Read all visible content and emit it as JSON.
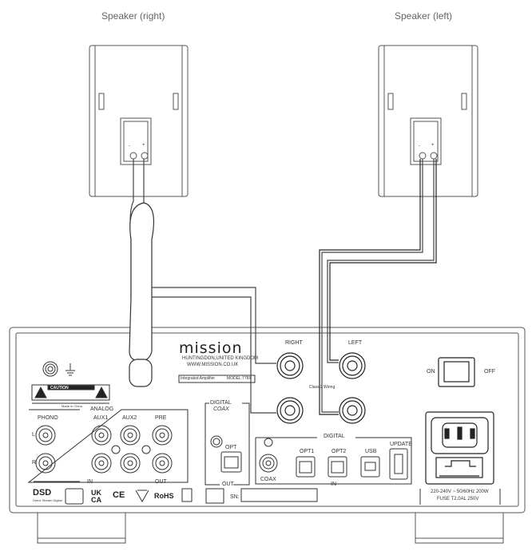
{
  "speakers": {
    "right": {
      "label": "Speaker (right)",
      "minus": "-",
      "plus": "+"
    },
    "left": {
      "label": "Speaker (left)",
      "minus": "-",
      "plus": "+"
    }
  },
  "amp": {
    "brand": "mission",
    "address_line1": "HUNTINGDON,UNITED KINGDOM",
    "address_line2": "WWW.MISSION.CO.UK",
    "model_left": "Integrated Amplifier",
    "model_right": "MODEL:778X",
    "caution": "CAUTION",
    "made_in": "Made in China",
    "analog": {
      "title": "ANALOG",
      "phono": "PHONO",
      "aux1": "AUX1",
      "aux2": "AUX2",
      "pre": "PRE",
      "in": "IN",
      "out": "OUT",
      "l": "L",
      "r": "R"
    },
    "digital_left": {
      "title": "DIGITAL",
      "coax": "COAX",
      "opt": "OPT",
      "out": "OUT"
    },
    "terminals": {
      "right": "RIGHT",
      "left": "LEFT",
      "class2": "Class 2 Wiring"
    },
    "digital_in": {
      "title": "DIGITAL",
      "coax": "COAX",
      "opt1": "OPT1",
      "opt2": "OPT2",
      "usb": "USB",
      "update": "UPDATE",
      "in": "IN"
    },
    "power": {
      "on": "ON",
      "off": "OFF",
      "rating": "220-240V ~ 50/60Hz 200W",
      "fuse": "FUSE T2.0AL 250V"
    },
    "logos": {
      "dsd": "DSD",
      "dsd_sub": "Direct Stream Digital",
      "ukca_top": "UK",
      "ukca_bottom": "CA",
      "ce": "CE",
      "rohs": "RoHS"
    },
    "sn": "SN:"
  }
}
